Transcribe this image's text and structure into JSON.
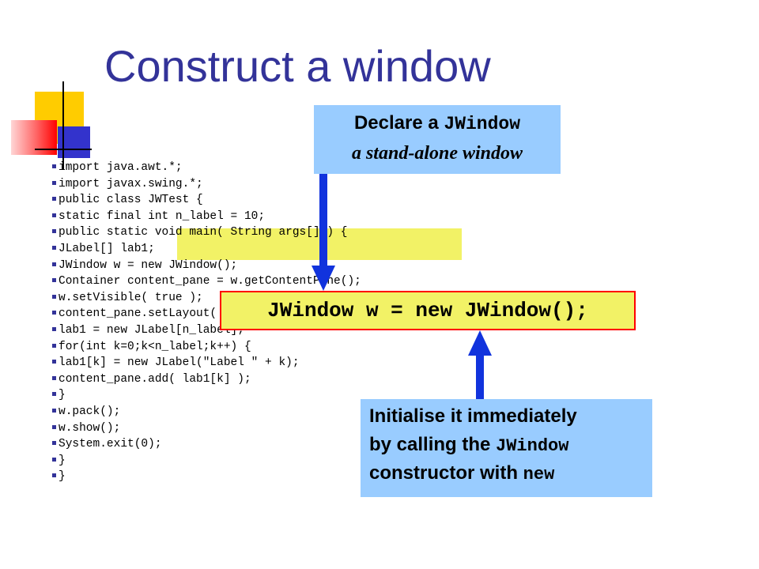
{
  "title": "Construct a window",
  "code": {
    "lines": [
      "import java.awt.*;",
      "import javax.swing.*;",
      "public class JWTest {",
      "static final int n_label = 10;",
      "public static void main( String args[] ) {",
      "JLabel[] lab1;",
      "JWindow w = new JWindow();",
      "Container content_pane = w.getContentPane();",
      "w.setVisible( true );",
      "content_pane.setLayout( new FlowLayout() );",
      "lab1 = new JLabel[n_label];",
      "for(int k=0;k<n_label;k++) {",
      "lab1[k] = new JLabel(\"Label \" + k);",
      "content_pane.add( lab1[k] );",
      "}",
      "w.pack();",
      "w.show();",
      "System.exit(0);",
      "}",
      "}"
    ]
  },
  "highlight_box": {
    "text": "JWindow w = new JWindow();"
  },
  "callout_declare": {
    "prefix": "Declare a ",
    "code": "JWindow",
    "subtitle": "a stand-alone window"
  },
  "callout_initialise": {
    "line1": "Initialise it immediately",
    "line2_prefix": "by calling the ",
    "line2_code": "JWindow",
    "line3_prefix": "constructor with ",
    "line3_code": "new"
  },
  "colors": {
    "title": "#333399",
    "callout_bg": "#99ccff",
    "highlight_bg": "#f2f266",
    "box_border": "#ff0000",
    "arrow": "#1133dd"
  }
}
